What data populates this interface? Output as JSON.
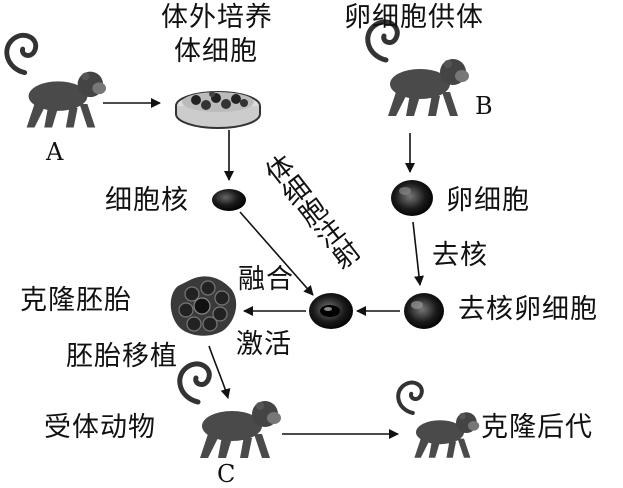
{
  "labels": {
    "somatic_cell_culture_line1": "体外培养",
    "somatic_cell_culture_line2": "体细胞",
    "egg_donor": "卵细胞供体",
    "monkey_a": "A",
    "monkey_b": "B",
    "monkey_c": "C",
    "nucleus": "细胞核",
    "somatic_injection": "体细胞注射",
    "egg_cell": "卵细胞",
    "enucleation": "去核",
    "fusion": "融合",
    "activation": "激活",
    "cloned_embryo": "克隆胚胎",
    "enucleated_egg": "去核卵细胞",
    "embryo_transfer": "胚胎移植",
    "recipient_animal": "受体动物",
    "cloned_offspring": "克隆后代"
  }
}
